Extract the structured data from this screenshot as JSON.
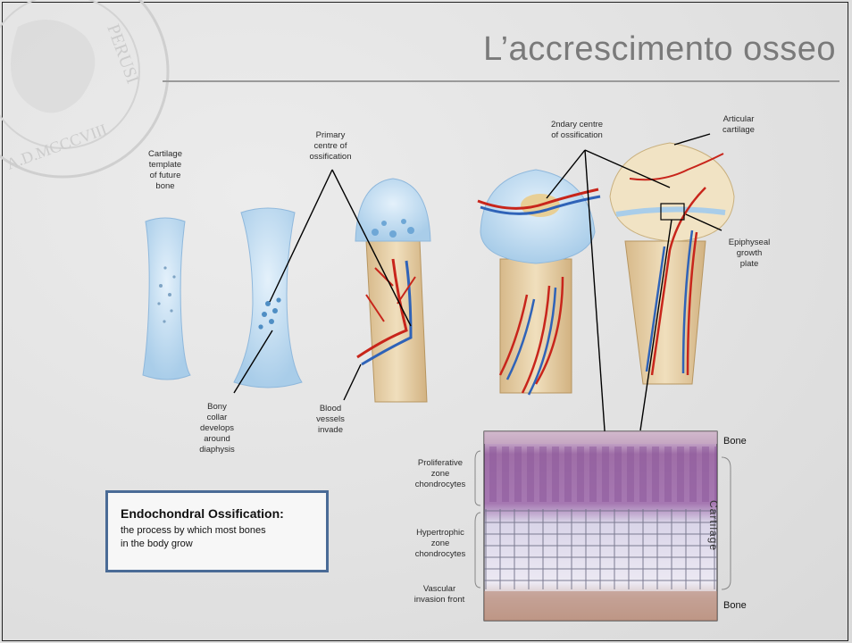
{
  "title": "L’accrescimento osseo",
  "labels": {
    "cartilage_template": "Cartilage\ntemplate\nof future\nbone",
    "primary_centre": "Primary\ncentre of\nossification",
    "secondary_centre": "2ndary centre\nof ossification",
    "articular_cartilage": "Articular\ncartilage",
    "epiphyseal_plate": "Epiphyseal\ngrowth\nplate",
    "bony_collar": "Bony\ncollar\ndevelops\naround\ndiaphysis",
    "blood_vessels": "Blood\nvessels\ninvade",
    "proliferative": "Proliferative\nzone\nchondrocytes",
    "hypertrophic": "Hypertrophic\nzone\nchondrocytes",
    "vascular_front": "Vascular\ninvasion front",
    "bone_top": "Bone",
    "bone_bottom": "Bone",
    "cartilage_vertical": "Cartilage"
  },
  "callout": {
    "heading": "Endochondral Ossification:",
    "body": "the process by which most bones\nin the body grow"
  },
  "colors": {
    "border": "#4a6b96",
    "title": "#7a7a7a",
    "cartilage": "#bcd8ee",
    "bone": "#e6cfa4",
    "artery": "#c8251b",
    "vein": "#2f63b8"
  }
}
